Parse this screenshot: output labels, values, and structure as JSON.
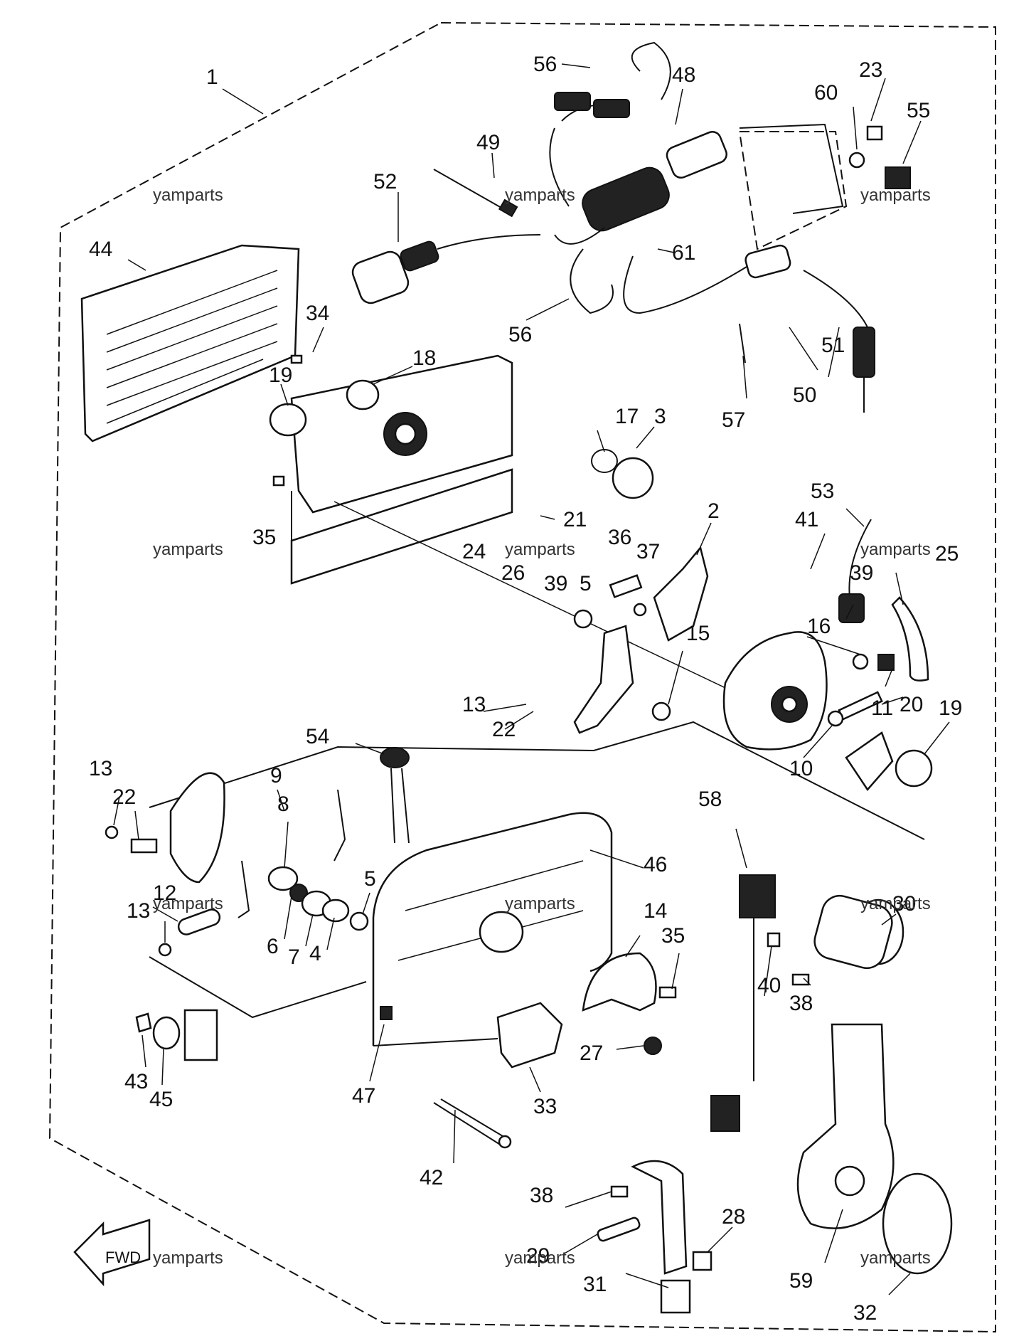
{
  "title": "",
  "colors": {
    "ink": "#111111",
    "paper": "#ffffff"
  },
  "watermark": "yamparts",
  "find_arrow_label": "FWD",
  "callouts": [
    "1",
    "2",
    "3",
    "4",
    "5",
    "5",
    "6",
    "7",
    "8",
    "9",
    "10",
    "11",
    "12",
    "13",
    "13",
    "13",
    "14",
    "15",
    "16",
    "17",
    "18",
    "19",
    "19",
    "20",
    "21",
    "22",
    "22",
    "23",
    "24",
    "25",
    "26",
    "27",
    "28",
    "29",
    "30",
    "31",
    "32",
    "33",
    "34",
    "35",
    "35",
    "36",
    "37",
    "38",
    "38",
    "39",
    "39",
    "40",
    "41",
    "42",
    "43",
    "44",
    "45",
    "46",
    "47",
    "48",
    "49",
    "50",
    "51",
    "52",
    "53",
    "54",
    "55",
    "56",
    "56",
    "57",
    "58",
    "59",
    "60",
    "61"
  ]
}
